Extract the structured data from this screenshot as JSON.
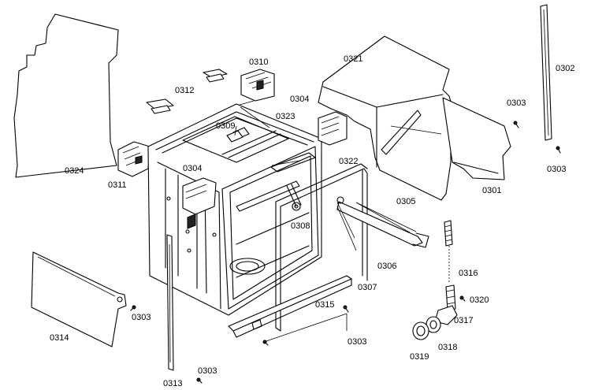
{
  "labels": {
    "l0324": "0324",
    "l0312": "0312",
    "l0310": "0310",
    "l0321": "0321",
    "l0302": "0302",
    "l0303a": "0303",
    "l0303b": "0303",
    "l0304a": "0304",
    "l0304b": "0304",
    "l0309": "0309",
    "l0323": "0323",
    "l0322": "0322",
    "l0301": "0301",
    "l0311": "0311",
    "l0305": "0305",
    "l0308": "0308",
    "l0306": "0306",
    "l0307": "0307",
    "l0316": "0316",
    "l0320": "0320",
    "l0317": "0317",
    "l0318": "0318",
    "l0319": "0319",
    "l0315": "0315",
    "l0303c": "0303",
    "l0303d": "0303",
    "l0314": "0314",
    "l0313": "0313",
    "l0303e": "0303"
  }
}
